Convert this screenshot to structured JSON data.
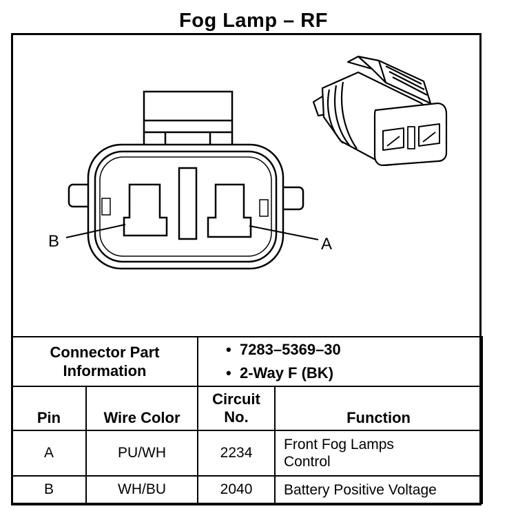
{
  "title": "Fog Lamp – RF",
  "pin_labels": {
    "left": "B",
    "right": "A"
  },
  "connector_info": {
    "label_line1": "Connector Part",
    "label_line2": "Information",
    "items": [
      "7283–5369–30",
      "2-Way F (BK)"
    ]
  },
  "table": {
    "headers": {
      "pin": "Pin",
      "wire_color": "Wire Color",
      "circuit_line1": "Circuit",
      "circuit_line2": "No.",
      "function": "Function"
    },
    "rows": [
      {
        "pin": "A",
        "wire_color": "PU/WH",
        "circuit": "2234",
        "function_line1": "Front Fog Lamps",
        "function_line2": "Control"
      },
      {
        "pin": "B",
        "wire_color": "WH/BU",
        "circuit": "2040",
        "function_line1": "Battery Positive Voltage",
        "function_line2": ""
      }
    ]
  }
}
